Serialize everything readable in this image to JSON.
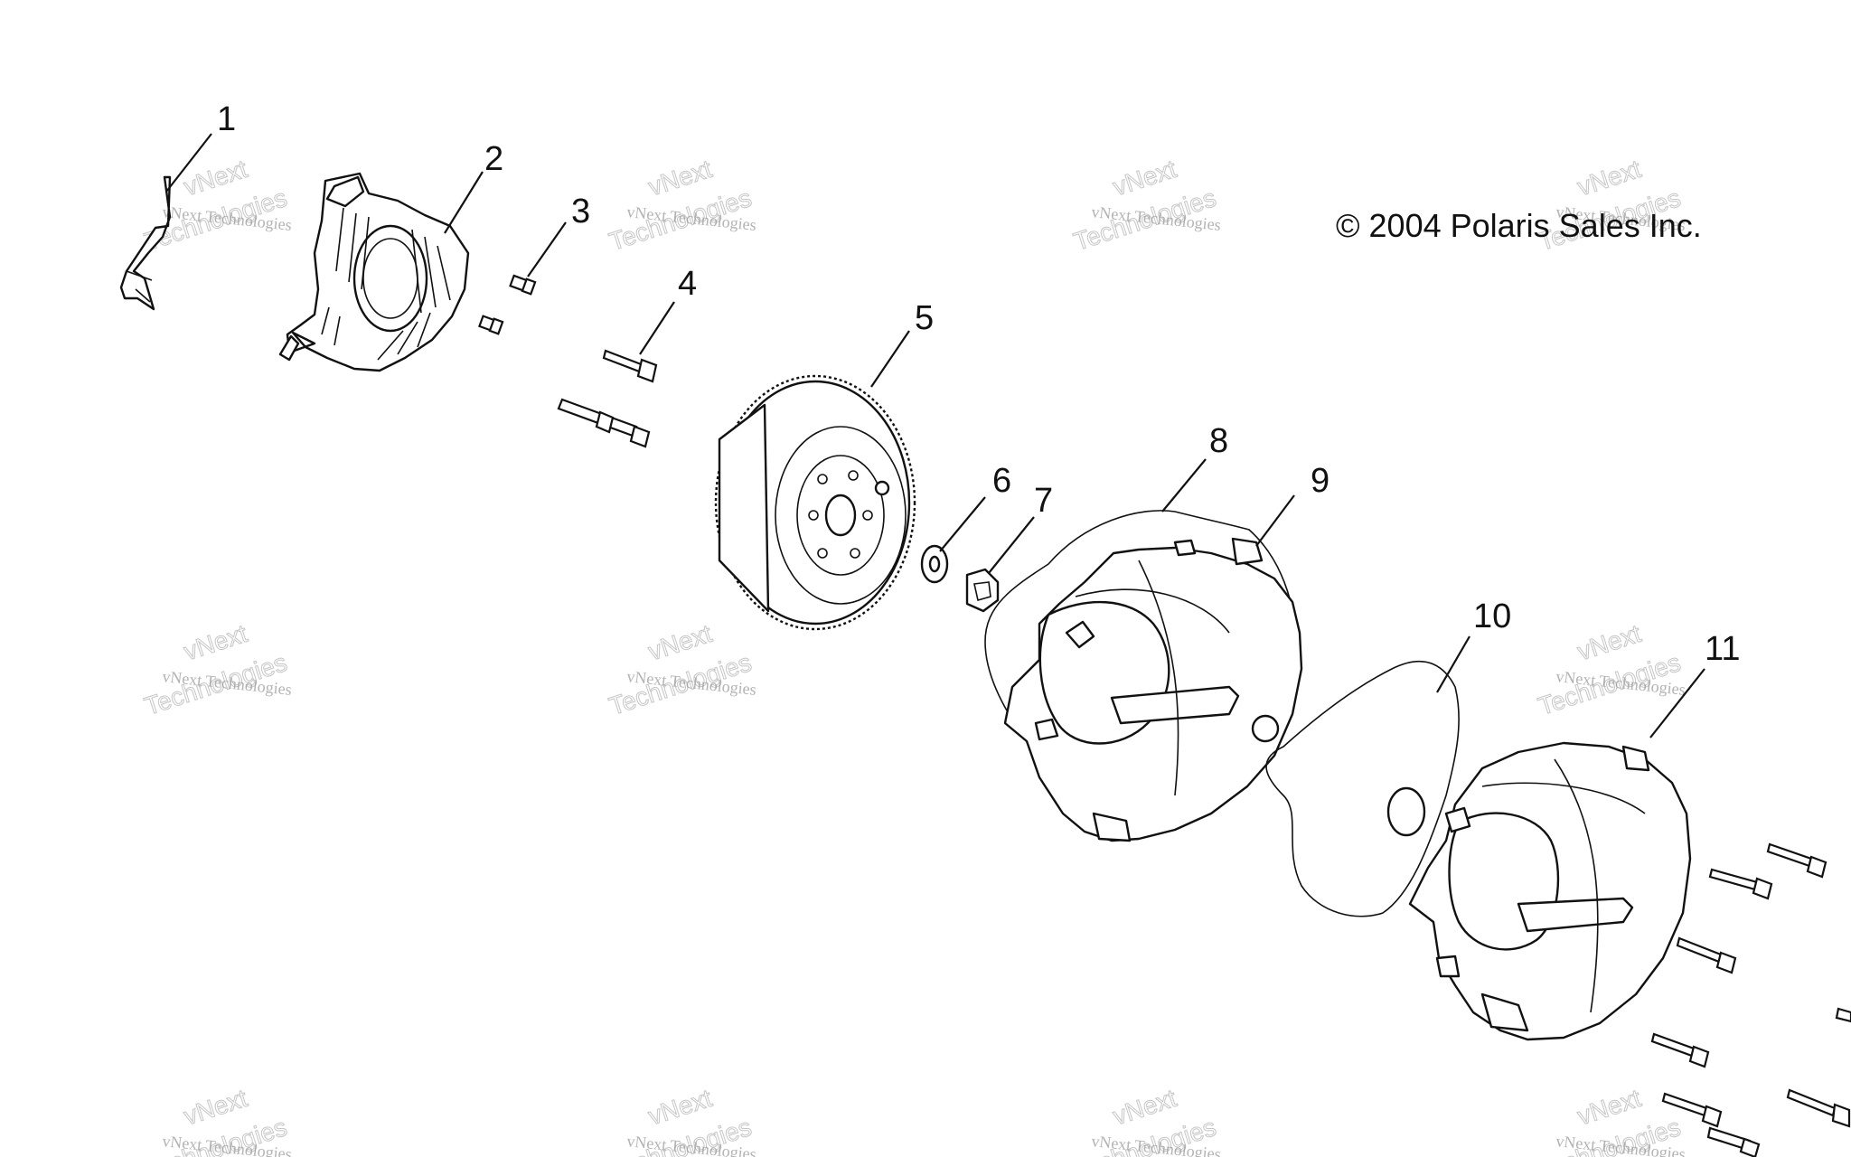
{
  "copyright": "© 2004 Polaris Sales Inc.",
  "watermark": {
    "line1": "vNext Technologies",
    "line2": "vNext",
    "line3": "Technologies"
  },
  "callouts": [
    {
      "id": "1",
      "label": "1"
    },
    {
      "id": "2",
      "label": "2"
    },
    {
      "id": "3",
      "label": "3"
    },
    {
      "id": "4",
      "label": "4"
    },
    {
      "id": "5",
      "label": "5"
    },
    {
      "id": "6",
      "label": "6"
    },
    {
      "id": "7",
      "label": "7"
    },
    {
      "id": "8",
      "label": "8"
    },
    {
      "id": "9",
      "label": "9"
    },
    {
      "id": "10",
      "label": "10"
    },
    {
      "id": "11",
      "label": "11"
    }
  ],
  "colors": {
    "line": "#111111",
    "background": "#ffffff",
    "watermark": "#9a9a9a"
  }
}
